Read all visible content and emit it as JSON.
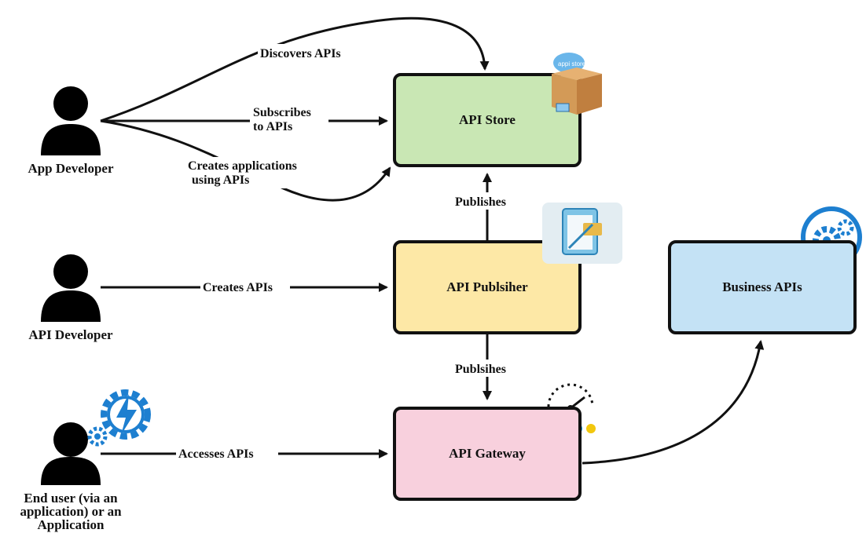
{
  "colors": {
    "store": "#c9e7b4",
    "publisher": "#fde8a6",
    "gateway": "#f8d0dd",
    "business": "#c4e2f5",
    "line": "#111111",
    "accent_blue": "#1d7fd0"
  },
  "actors": {
    "app_developer": "App Developer",
    "api_developer": "API Developer",
    "end_user": [
      "End user (via an",
      "application) or an",
      "Application"
    ]
  },
  "boxes": {
    "store": "API Store",
    "publisher": "API Publsiher",
    "gateway": "API Gateway",
    "business": "Business APIs"
  },
  "edges": {
    "discovers": "Discovers APIs",
    "subscribes": [
      "Subscribes",
      "to APIs"
    ],
    "creates_apps": [
      "Creates applications",
      "using APIs"
    ],
    "publishes": "Publishes",
    "creates_apis": "Creates APIs",
    "publsihes": "Publsihes",
    "accesses": "Accesses APIs"
  },
  "icons": {
    "store": "api-store-box-icon",
    "publisher": "clipboard-icon",
    "gateway": "gauge-icon",
    "business": "gears-icon",
    "end_user_gear": "lightning-gear-icon"
  },
  "icon_text": {
    "store_box": "appi store"
  }
}
